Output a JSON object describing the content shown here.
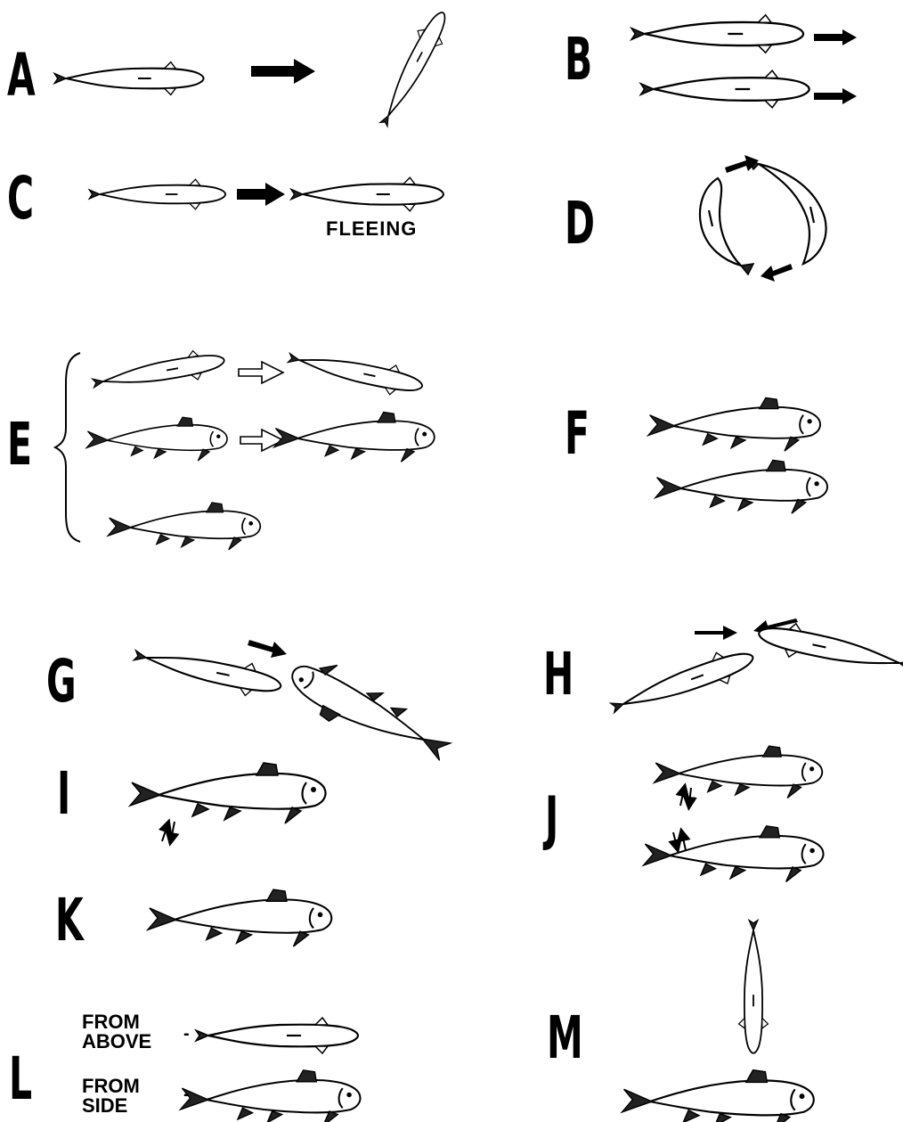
{
  "panels": [
    {
      "id": "A",
      "label": "A"
    },
    {
      "id": "B",
      "label": "B"
    },
    {
      "id": "C",
      "label": "C"
    },
    {
      "id": "D",
      "label": "D"
    },
    {
      "id": "E",
      "label": "E"
    },
    {
      "id": "F",
      "label": "F"
    },
    {
      "id": "G",
      "label": "G"
    },
    {
      "id": "H",
      "label": "H"
    },
    {
      "id": "I",
      "label": "I"
    },
    {
      "id": "J",
      "label": "J"
    },
    {
      "id": "K",
      "label": "K"
    },
    {
      "id": "L",
      "label": "L"
    },
    {
      "id": "M",
      "label": "M"
    }
  ],
  "captions": {
    "fleeing": "FLEEING",
    "from_above_1": "FROM",
    "from_above_2": "ABOVE",
    "from_side_1": "FROM",
    "from_side_2": "SIDE",
    "dash": "-"
  },
  "colors": {
    "ink": "#000000",
    "paper": "#ffffff"
  }
}
